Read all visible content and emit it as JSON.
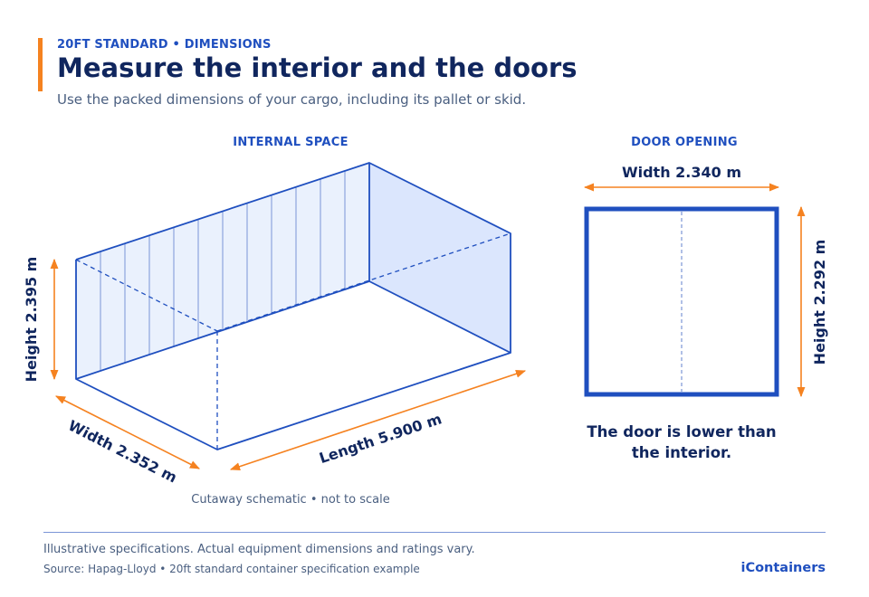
{
  "header": {
    "eyebrow": "20FT STANDARD • DIMENSIONS",
    "title": "Measure the interior and the doors",
    "subtitle": "Use the packed dimensions of your cargo, including its pallet or skid."
  },
  "interior": {
    "section_label": "INTERNAL SPACE",
    "height_label": "Height 2.395 m",
    "width_label": "Width 2.352 m",
    "length_label": "Length 5.900 m",
    "note": "Cutaway schematic • not to scale",
    "height_m": 2.395,
    "width_m": 2.352,
    "length_m": 5.9
  },
  "door": {
    "section_label": "DOOR OPENING",
    "width_label": "Width 2.340 m",
    "height_label": "Height 2.292 m",
    "note": "The door is lower than the interior.",
    "width_m": 2.34,
    "height_m": 2.292
  },
  "footer": {
    "disclaimer": "Illustrative specifications. Actual equipment dimensions and ratings vary.",
    "source": "Source: Hapag-Lloyd • 20ft standard container specification example",
    "brand": "iContainers"
  },
  "colors": {
    "accent": "#f58220",
    "brand_blue": "#1f4fbf",
    "navy": "#10265e",
    "muted": "#4a5f80",
    "wall_fill": "#eaf1fd",
    "end_fill": "#dbe6fd"
  }
}
